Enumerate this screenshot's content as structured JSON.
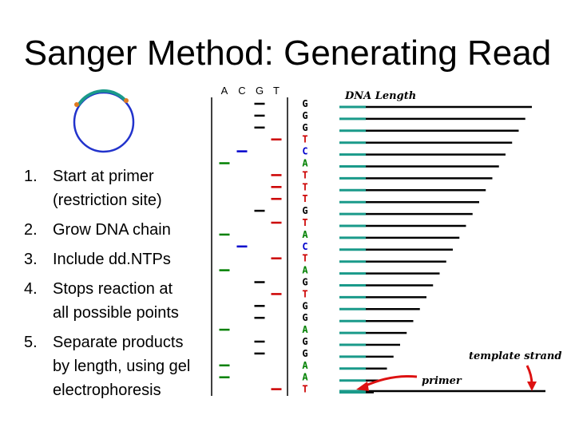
{
  "title": "Sanger Method: Generating Read",
  "steps": [
    {
      "number": "1.",
      "lines": [
        "Start at primer",
        "(restriction site)"
      ]
    },
    {
      "number": "2.",
      "lines": [
        "Grow DNA chain"
      ]
    },
    {
      "number": "3.",
      "lines": [
        "Include dd.NTPs"
      ]
    },
    {
      "number": "4.",
      "lines": [
        "Stops reaction at",
        "all possible points"
      ]
    },
    {
      "number": "5.",
      "lines": [
        "Separate products",
        "by length, using gel",
        "electrophoresis"
      ]
    }
  ],
  "gel": {
    "lanes": [
      "A",
      "C",
      "G",
      "T"
    ],
    "sequence": [
      "G",
      "G",
      "G",
      "T",
      "C",
      "A",
      "T",
      "T",
      "T",
      "G",
      "T",
      "A",
      "C",
      "T",
      "A",
      "G",
      "T",
      "G",
      "G",
      "A",
      "G",
      "G",
      "A",
      "A",
      "T"
    ]
  },
  "labels": {
    "dna_length": "DNA Length",
    "template_strand": "template strand",
    "primer": "primer"
  },
  "colors": {
    "G": "#000000",
    "A": "#008000",
    "T": "#cc0000",
    "C": "#0000cc",
    "primer": "#1a9a8a",
    "plasmid": "#2233cc",
    "arrow": "#dd1111"
  }
}
